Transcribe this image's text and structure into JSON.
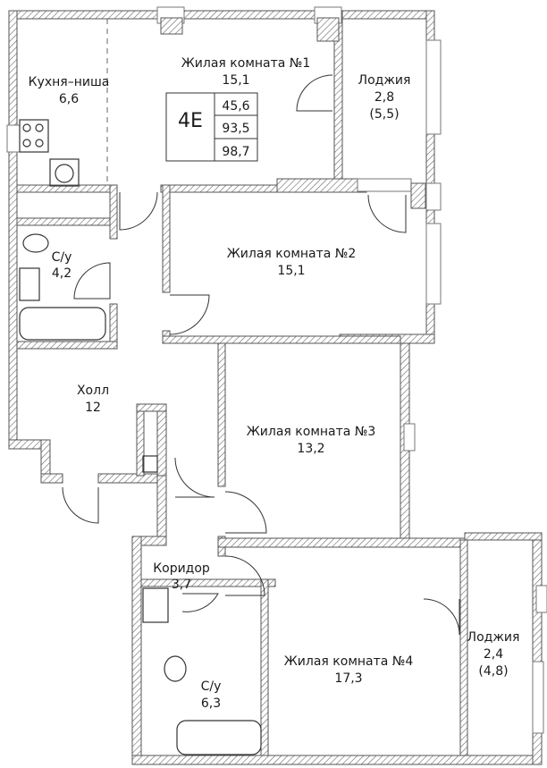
{
  "apartment": {
    "type_label": "4E",
    "living_area": "45,6",
    "total_area": "93,5",
    "total_area_with_balconies": "98,7"
  },
  "rooms": {
    "kitchen": {
      "name": "Кухня–ниша",
      "area": "6,6"
    },
    "living1": {
      "name": "Жилая комната №1",
      "area": "15,1"
    },
    "loggia1": {
      "name": "Лоджия",
      "area": "2,8",
      "area_full": "(5,5)"
    },
    "bath1": {
      "name": "С/у",
      "area": "4,2"
    },
    "living2": {
      "name": "Жилая комната №2",
      "area": "15,1"
    },
    "hall": {
      "name": "Холл",
      "area": "12"
    },
    "living3": {
      "name": "Жилая комната №3",
      "area": "13,2"
    },
    "corridor": {
      "name": "Коридор",
      "area": "3,7"
    },
    "living4": {
      "name": "Жилая комната №4",
      "area": "17,3"
    },
    "loggia2": {
      "name": "Лоджия",
      "area": "2,4",
      "area_full": "(4,8)"
    },
    "bath2": {
      "name": "С/у",
      "area": "6,3"
    }
  }
}
